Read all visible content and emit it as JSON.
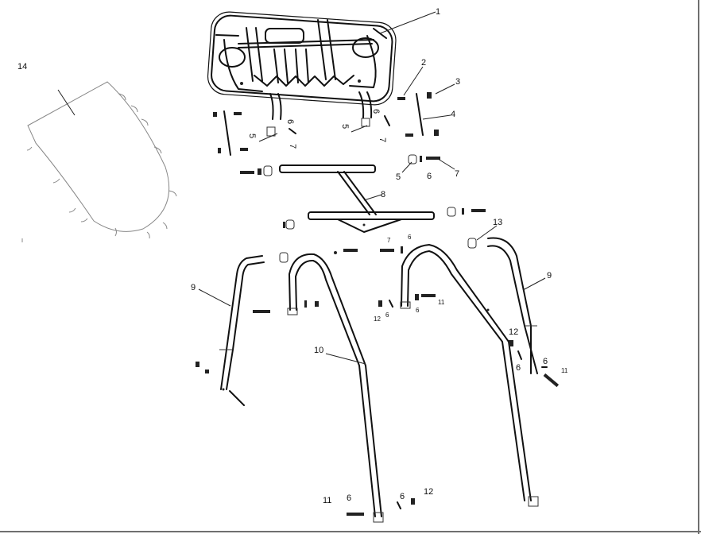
{
  "callouts": {
    "n1": "1",
    "n2": "2",
    "n3": "3",
    "n4": "4",
    "n5a": "5",
    "n5b": "5",
    "n5c": "5",
    "n6a": "6",
    "n6b": "6",
    "n6c": "6",
    "n6d": "6",
    "n6e": "6",
    "n6f": "6",
    "n6g": "6",
    "n6h": "6",
    "n6i": "6",
    "n6j": "6",
    "n7a": "7",
    "n7b": "7",
    "n7c": "7",
    "n7d": "7",
    "n8": "8",
    "n9a": "9",
    "n9b": "9",
    "n10": "10",
    "n11a": "11",
    "n11b": "11",
    "n11c": "11",
    "n12a": "12",
    "n12b": "12",
    "n12c": "12",
    "n13": "13",
    "n14": "14"
  }
}
